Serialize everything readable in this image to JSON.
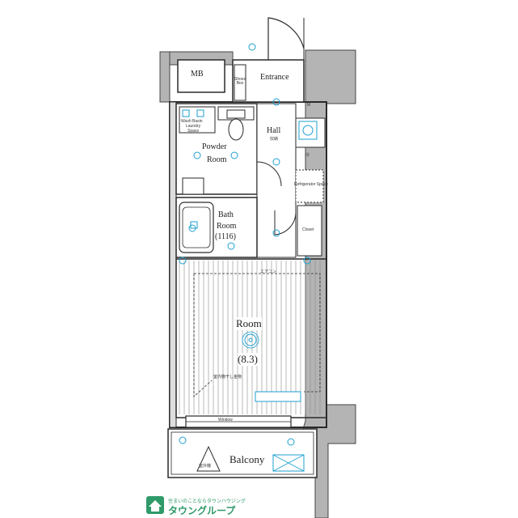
{
  "rooms": {
    "mb": "MB",
    "entrance": "Entrance",
    "hall": "Hall",
    "powder_room_line1": "Powder",
    "powder_room_line2": "Room",
    "bath_room_line1": "Bath",
    "bath_room_line2": "Room",
    "bath_size": "(1116)",
    "room": "Room",
    "room_size": "(8.3)",
    "balcony": "Balcony"
  },
  "small_labels": {
    "shoe_box": "Shoes Box",
    "laundry_line1": "Wash Basin",
    "laundry_line2": "Laundry",
    "laundry_line3": "Space",
    "closet": "Closet",
    "refrigerator_space": "Refrigerator Space",
    "storage": "収納",
    "aircon": "エアコン",
    "loft_note": "室内物干し金物",
    "window": "Window",
    "outdoor_unit": "室外機",
    "m_mark": "M",
    "ref_mark": "冷"
  },
  "logo": {
    "tagline": "住まいのことならタウンハウジング",
    "name": "タウングループ"
  },
  "colors": {
    "wall": "#b4b4b4",
    "line": "#2a2a2a",
    "fixture": "#1d9fd0",
    "logo": "#2f9a6a"
  }
}
